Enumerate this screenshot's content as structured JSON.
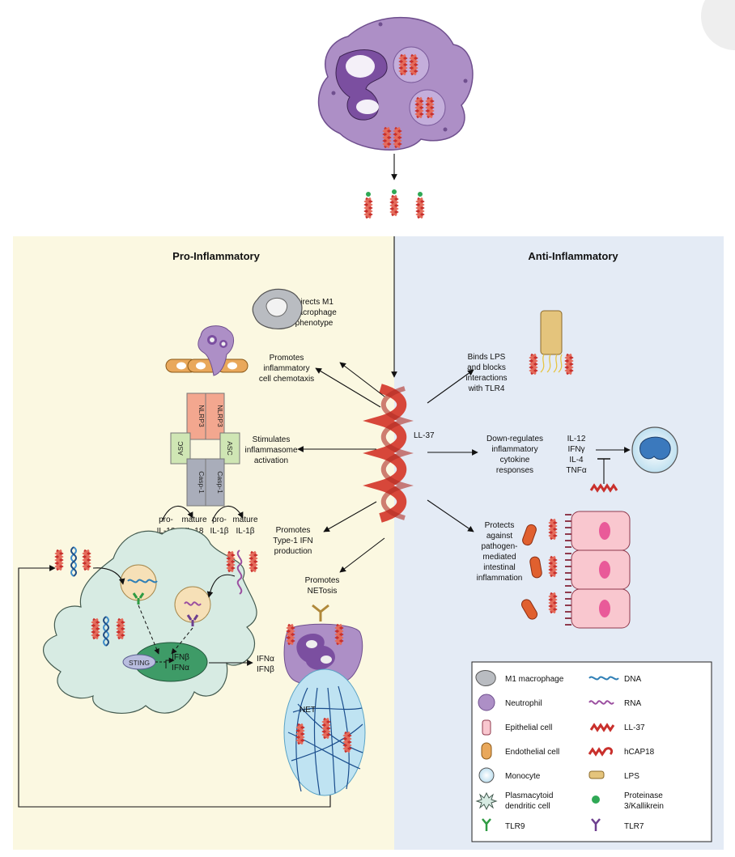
{
  "panels": {
    "left_title": "Pro-Inflammatory",
    "right_title": "Anti-Inflammatory"
  },
  "center": {
    "ll37_label": "LL-37"
  },
  "pro_effects": {
    "m1": [
      "Directs M1",
      "Macrophage",
      "phenotype"
    ],
    "chemotaxis": [
      "Promotes",
      "inflammatory",
      "cell chemotaxis"
    ],
    "inflammasome": [
      "Stimulates",
      "inflammasome",
      "activation"
    ],
    "ifn": [
      "Promotes",
      "Type-1 IFN",
      "production"
    ],
    "netosis": [
      "Promotes",
      "NETosis"
    ]
  },
  "anti_effects": {
    "lps": [
      "Binds LPS",
      "and blocks",
      "interactions",
      "with TLR4"
    ],
    "cytokine": [
      "Down-regulates",
      "inflammatory",
      "cytokine",
      "responses"
    ],
    "cytokine_list": [
      "IL-12",
      "IFNγ",
      "IL-4",
      "TNFα"
    ],
    "intestinal": [
      "Protects",
      "against",
      "pathogen-",
      "mediated",
      "intestinal",
      "inflammation"
    ]
  },
  "inflammasome": {
    "nlrp3": "NLRP3",
    "asc": "ASC",
    "casp": "Casp-1",
    "products": [
      [
        "pro-",
        "IL-18"
      ],
      [
        "mature",
        "IL-18"
      ],
      [
        "pro-",
        "IL-1β"
      ],
      [
        "mature",
        "IL-1β"
      ]
    ]
  },
  "pdc": {
    "sting": "STING",
    "genes": [
      "IFNβ",
      "IFNα"
    ],
    "outputs": [
      "IFNα",
      "IFNβ"
    ]
  },
  "net_label": "NET",
  "legend": [
    {
      "icon": "macrophage-icon",
      "label": "M1 macrophage"
    },
    {
      "icon": "dna-icon",
      "label": "DNA"
    },
    {
      "icon": "neutrophil-icon",
      "label": "Neutrophil"
    },
    {
      "icon": "rna-icon",
      "label": "RNA"
    },
    {
      "icon": "epithelial-cell-icon",
      "label": "Epithelial cell"
    },
    {
      "icon": "ll37-icon",
      "label": "LL-37"
    },
    {
      "icon": "endothelial-cell-icon",
      "label": "Endothelial cell"
    },
    {
      "icon": "hcap18-icon",
      "label": "hCAP18"
    },
    {
      "icon": "monocyte-icon",
      "label": "Monocyte"
    },
    {
      "icon": "lps-icon",
      "label": "LPS"
    },
    {
      "icon": "pdc-icon",
      "label": [
        "Plasmacytoid",
        "dendritic cell"
      ]
    },
    {
      "icon": "proteinase-icon",
      "label": [
        "Proteinase",
        "3/Kallikrein"
      ]
    },
    {
      "icon": "tlr9-icon",
      "label": "TLR9"
    },
    {
      "icon": "tlr7-icon",
      "label": "TLR7"
    }
  ],
  "colors": {
    "pro_bg": "#fbf8e1",
    "anti_bg": "#e4ebf5",
    "neutrophil": "#ad8fc6",
    "ll37": "#d7473a",
    "dc": "#d7ebe3",
    "net": "#bfe3f2"
  }
}
